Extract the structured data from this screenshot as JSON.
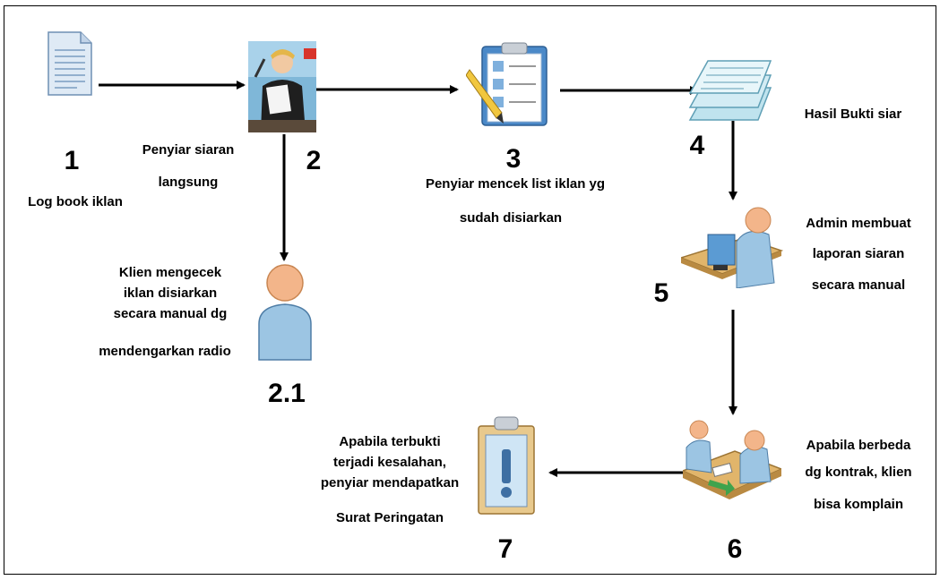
{
  "steps": {
    "s1": {
      "num": "1",
      "label": "Log book iklan"
    },
    "s2": {
      "num": "2",
      "label_line1": "Penyiar siaran",
      "label_line2": "langsung"
    },
    "s21": {
      "num": "2.1",
      "label_line1": "Klien mengecek",
      "label_line2": "iklan disiarkan",
      "label_line3": "secara manual dg",
      "label_line4": "mendengarkan radio"
    },
    "s3": {
      "num": "3",
      "label_line1": "Penyiar mencek list iklan yg",
      "label_line2": "sudah disiarkan"
    },
    "s4": {
      "num": "4",
      "label": "Hasil Bukti siar"
    },
    "s5": {
      "num": "5",
      "label_line1": "Admin membuat",
      "label_line2": "laporan siaran",
      "label_line3": "secara manual"
    },
    "s6": {
      "num": "6",
      "label_line1": "Apabila berbeda",
      "label_line2": "dg kontrak, klien",
      "label_line3": "bisa komplain"
    },
    "s7": {
      "num": "7",
      "label_line1": "Apabila terbukti",
      "label_line2": "terjadi kesalahan,",
      "label_line3": "penyiar mendapatkan",
      "label_line4": "Surat Peringatan"
    }
  },
  "icons": {
    "s1": "document-icon",
    "s2": "radio-announcer-icon",
    "s21": "person-icon",
    "s3": "clipboard-checklist-icon",
    "s4": "stacked-documents-icon",
    "s5": "person-at-computer-icon",
    "s6": "two-people-exchange-icon",
    "s7": "warning-clipboard-icon"
  }
}
